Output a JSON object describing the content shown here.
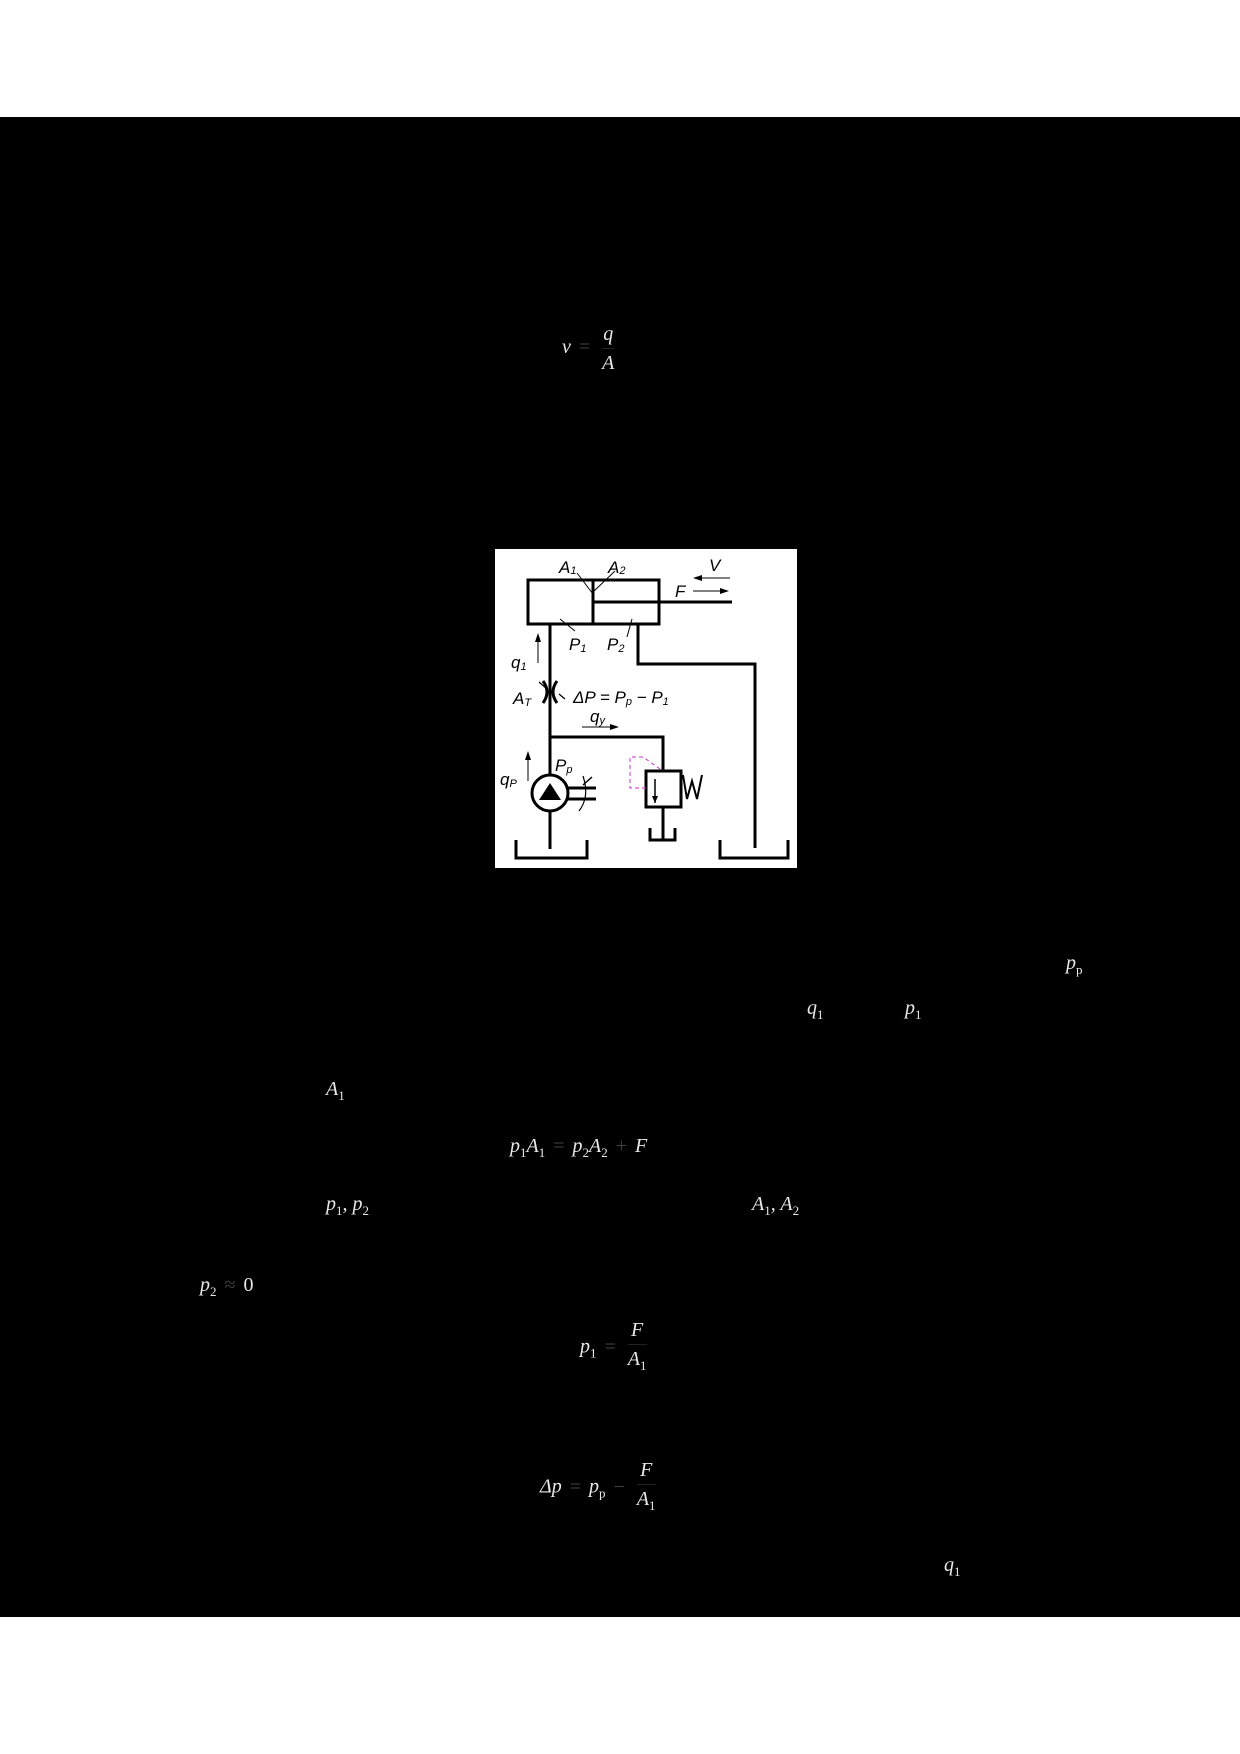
{
  "page": {
    "background": "#000000",
    "margin_color": "#ffffff"
  },
  "formulas": {
    "velocity": {
      "lhs": "v",
      "eq": "=",
      "num": "q",
      "den": "A"
    },
    "inline_pp": {
      "base": "p",
      "sub": "p"
    },
    "inline_q1": {
      "base": "q",
      "sub": "1"
    },
    "inline_p1": {
      "base": "p",
      "sub": "1"
    },
    "inline_A1": {
      "base": "A",
      "sub": "1"
    },
    "force_balance": {
      "text_a": "p",
      "sub_a": "1",
      "text_b": "A",
      "sub_b": "1",
      "eq": "=",
      "text_c": "p",
      "sub_c": "2",
      "text_d": "A",
      "sub_d": "2",
      "plus": "+",
      "text_e": "F"
    },
    "inline_p1p2": {
      "a": "p",
      "sa": "1",
      "sep": ", ",
      "b": "p",
      "sb": "2"
    },
    "inline_A1A2": {
      "a": "A",
      "sa": "1",
      "sep": ", ",
      "b": "A",
      "sb": "2"
    },
    "inline_p2zero": {
      "base": "p",
      "sub": "2",
      "rel": "≈",
      "val": "0"
    },
    "pressure": {
      "lhs": "p",
      "lhs_sub": "1",
      "eq": "=",
      "num": "F",
      "den": "A",
      "den_sub": "1"
    },
    "delta_p": {
      "lhs": "Δp",
      "eq": "=",
      "a": "p",
      "a_sub": "p",
      "minus": "−",
      "num": "F",
      "den": "A",
      "den_sub": "1"
    },
    "inline_q1_bottom": {
      "base": "q",
      "sub": "1"
    }
  },
  "diagram": {
    "labels": {
      "A1": "A",
      "A1_sub": "1",
      "A2": "A",
      "A2_sub": "2",
      "V": "V",
      "F": "F",
      "P1": "P",
      "P1_sub": "1",
      "P2": "P",
      "P2_sub": "2",
      "q1": "q",
      "q1_sub": "1",
      "AT": "A",
      "AT_sub": "T",
      "dP": "ΔP = P",
      "dP_sub1": "p",
      "dP_mid": " − P",
      "dP_sub2": "1",
      "qy": "q",
      "qy_sub": "y",
      "qP": "q",
      "qP_sub": "P",
      "Pp": "P",
      "Pp_sub": "p",
      "W": "W"
    },
    "colors": {
      "lines": "#000000",
      "pilot_line": "#cc33cc",
      "background": "#ffffff"
    }
  }
}
